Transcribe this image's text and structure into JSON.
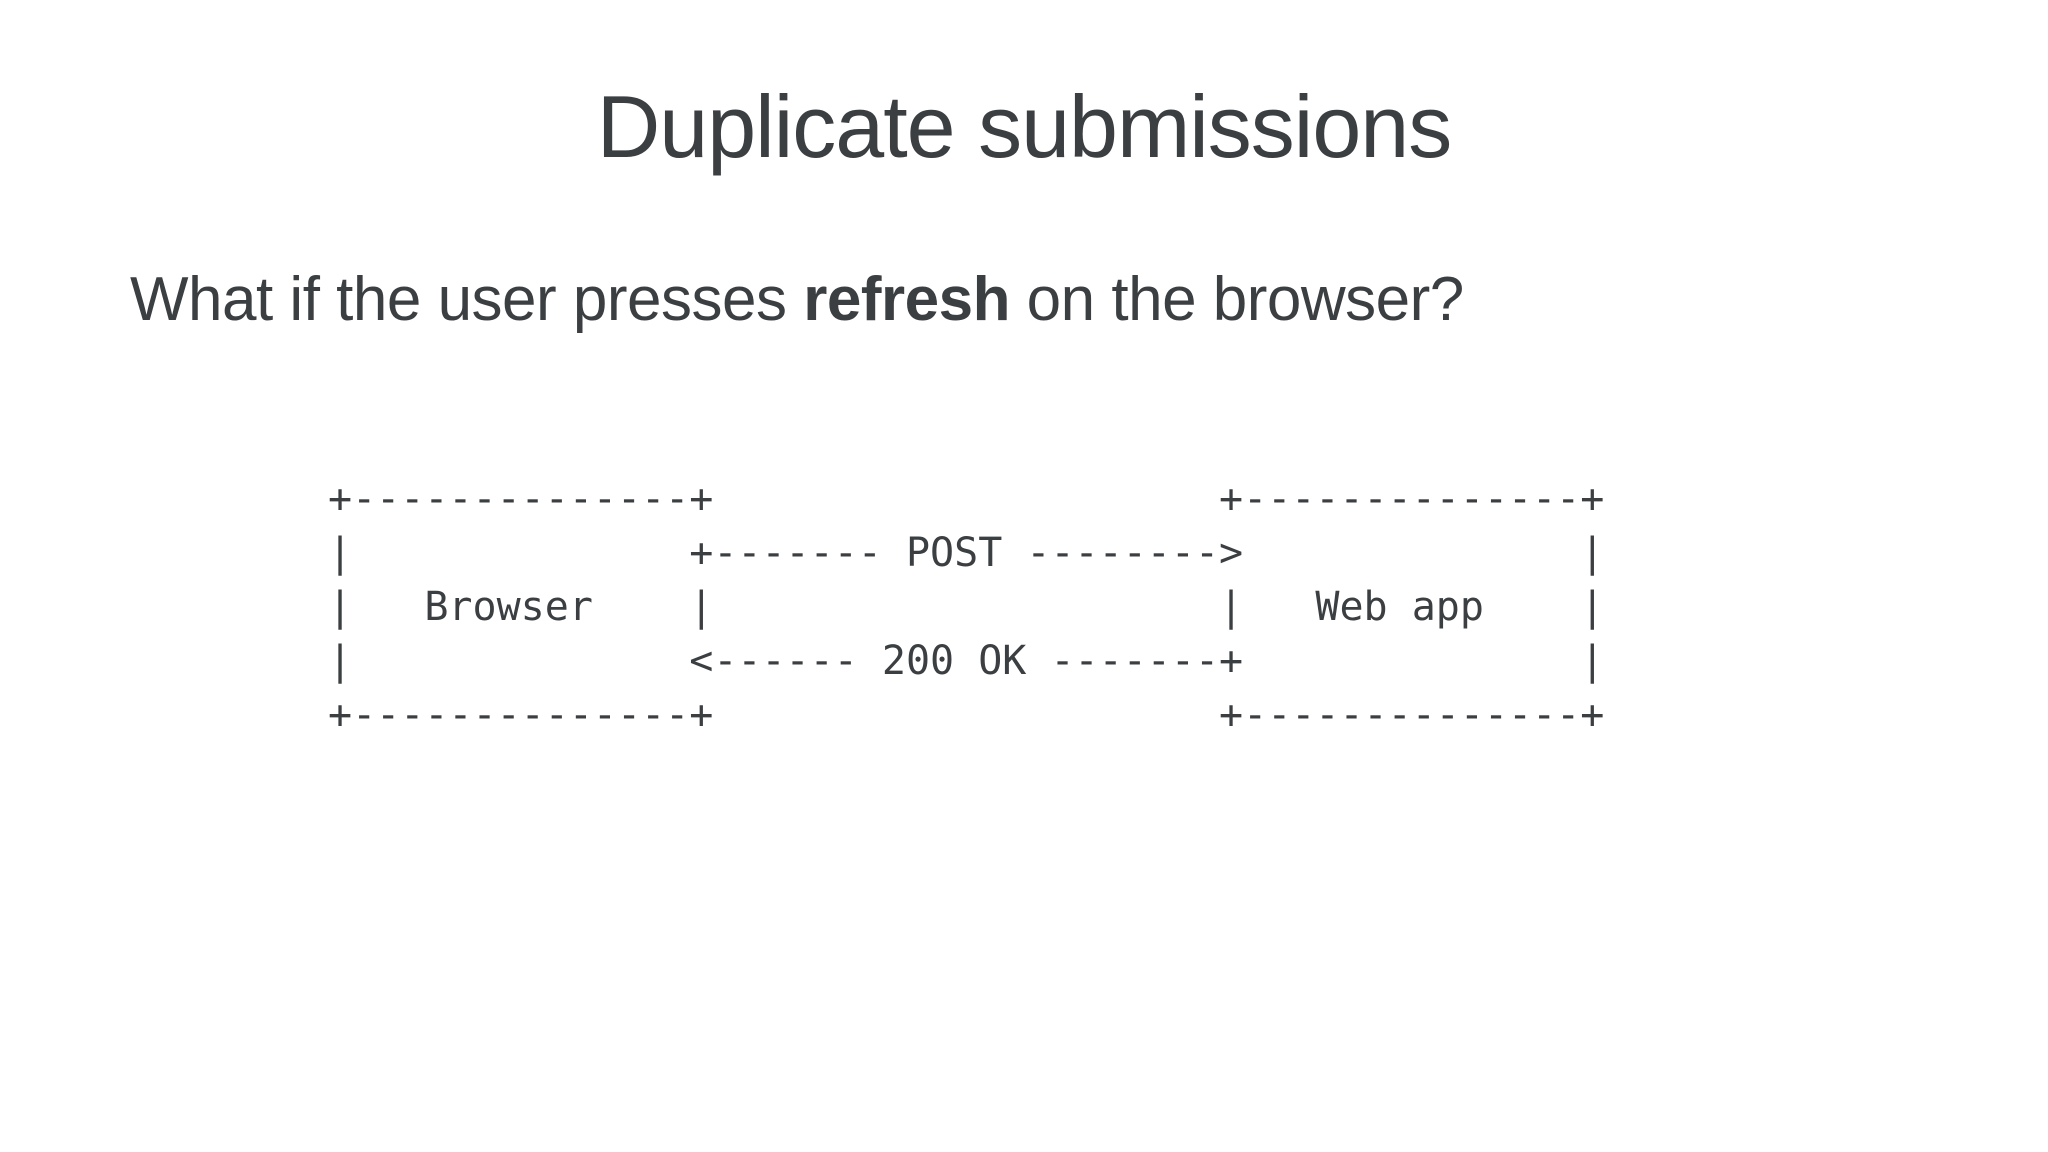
{
  "slide": {
    "title": "Duplicate submissions",
    "question": {
      "prefix": "What if the user presses ",
      "emphasis": "refresh",
      "suffix": " on the browser?"
    }
  },
  "diagram": {
    "left_box_label": "Browser",
    "right_box_label": "Web app",
    "request_label": "POST",
    "response_label": "200 OK",
    "lines": [
      "+--------------+                     +--------------+",
      "|              +------- POST -------->              |",
      "|   Browser    |                     |   Web app    |",
      "|              <------ 200 OK -------+              |",
      "+--------------+                     +--------------+"
    ]
  },
  "colors": {
    "background": "#ffffff",
    "text": "#3b3f42"
  }
}
